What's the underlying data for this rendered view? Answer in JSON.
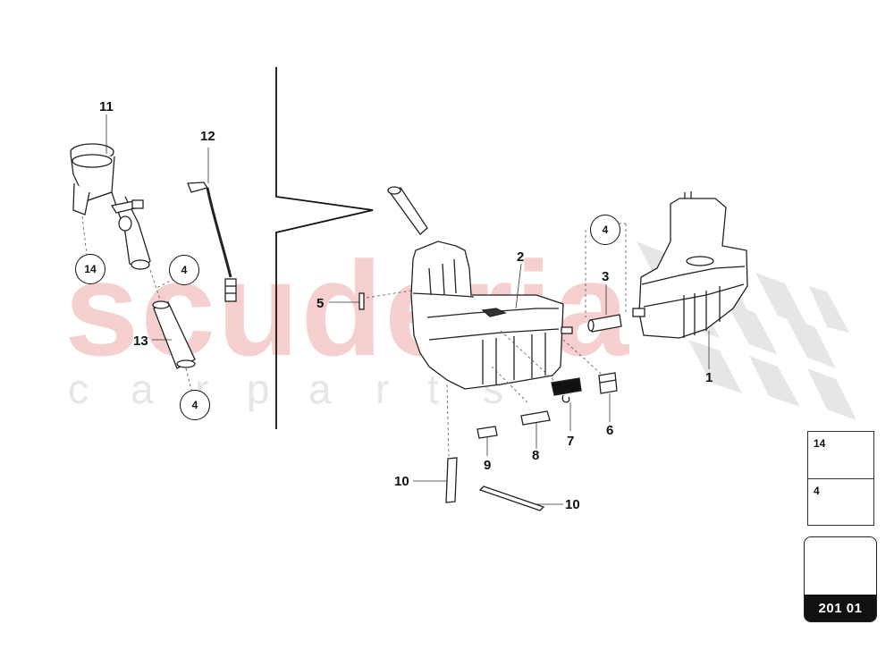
{
  "watermark": {
    "brand": "scuderia",
    "subtitle_letters": [
      "c",
      "a",
      "r",
      "p",
      "a",
      "r",
      "t",
      "s"
    ],
    "brand_color": "#f6cfcf",
    "subtitle_color": "#e6e6e6"
  },
  "callouts": [
    {
      "id": "1",
      "label": "1"
    },
    {
      "id": "2",
      "label": "2"
    },
    {
      "id": "3",
      "label": "3"
    },
    {
      "id": "5",
      "label": "5"
    },
    {
      "id": "6",
      "label": "6"
    },
    {
      "id": "7",
      "label": "7"
    },
    {
      "id": "8",
      "label": "8"
    },
    {
      "id": "9",
      "label": "9"
    },
    {
      "id": "10a",
      "label": "10"
    },
    {
      "id": "10b",
      "label": "10"
    },
    {
      "id": "11",
      "label": "11"
    },
    {
      "id": "12",
      "label": "12"
    },
    {
      "id": "13",
      "label": "13"
    }
  ],
  "circled_refs": [
    {
      "id": "14",
      "label": "14"
    },
    {
      "id": "4a",
      "label": "4"
    },
    {
      "id": "4b",
      "label": "4"
    },
    {
      "id": "4c",
      "label": "4"
    }
  ],
  "legend": {
    "items": [
      {
        "number": "14",
        "icon": "bolt-plug-icon"
      },
      {
        "number": "4",
        "icon": "hose-clamp-icon"
      }
    ]
  },
  "navigation": {
    "page_code": "201 01",
    "icon": "arrow-next-icon"
  }
}
